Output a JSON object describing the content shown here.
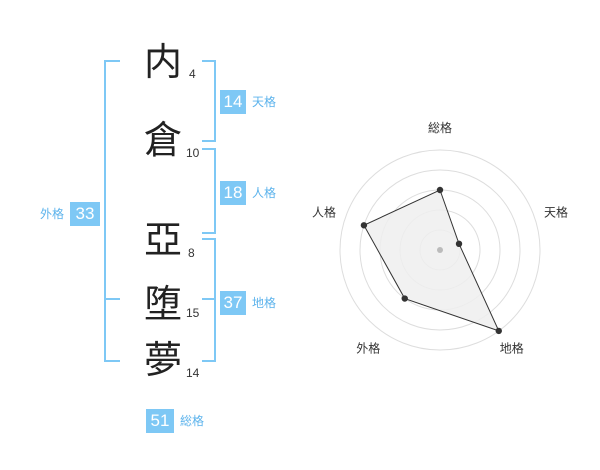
{
  "characters": [
    {
      "char": "内",
      "strokes": "4"
    },
    {
      "char": "倉",
      "strokes": "10"
    },
    {
      "char": "亞",
      "strokes": "8"
    },
    {
      "char": "堕",
      "strokes": "15"
    },
    {
      "char": "夢",
      "strokes": "14"
    }
  ],
  "kaku": {
    "tenkaku": {
      "value": "14",
      "label": "天格"
    },
    "jinkaku": {
      "value": "18",
      "label": "人格"
    },
    "chikaku": {
      "value": "37",
      "label": "地格"
    },
    "gaikaku": {
      "value": "33",
      "label": "外格"
    },
    "soukaku": {
      "value": "51",
      "label": "総格"
    }
  },
  "radar": {
    "axes": [
      "総格",
      "天格",
      "地格",
      "外格",
      "人格"
    ],
    "levels": 5,
    "max": 5,
    "values": [
      3,
      1,
      5,
      3,
      4
    ],
    "colors": {
      "grid": "#dddddd",
      "fill": "#eeeeee",
      "line": "#333333",
      "point": "#333333",
      "center": "#bbbbbb"
    }
  },
  "colors": {
    "accent": "#7ec8f5",
    "accent_text": "#5cb3ec"
  }
}
